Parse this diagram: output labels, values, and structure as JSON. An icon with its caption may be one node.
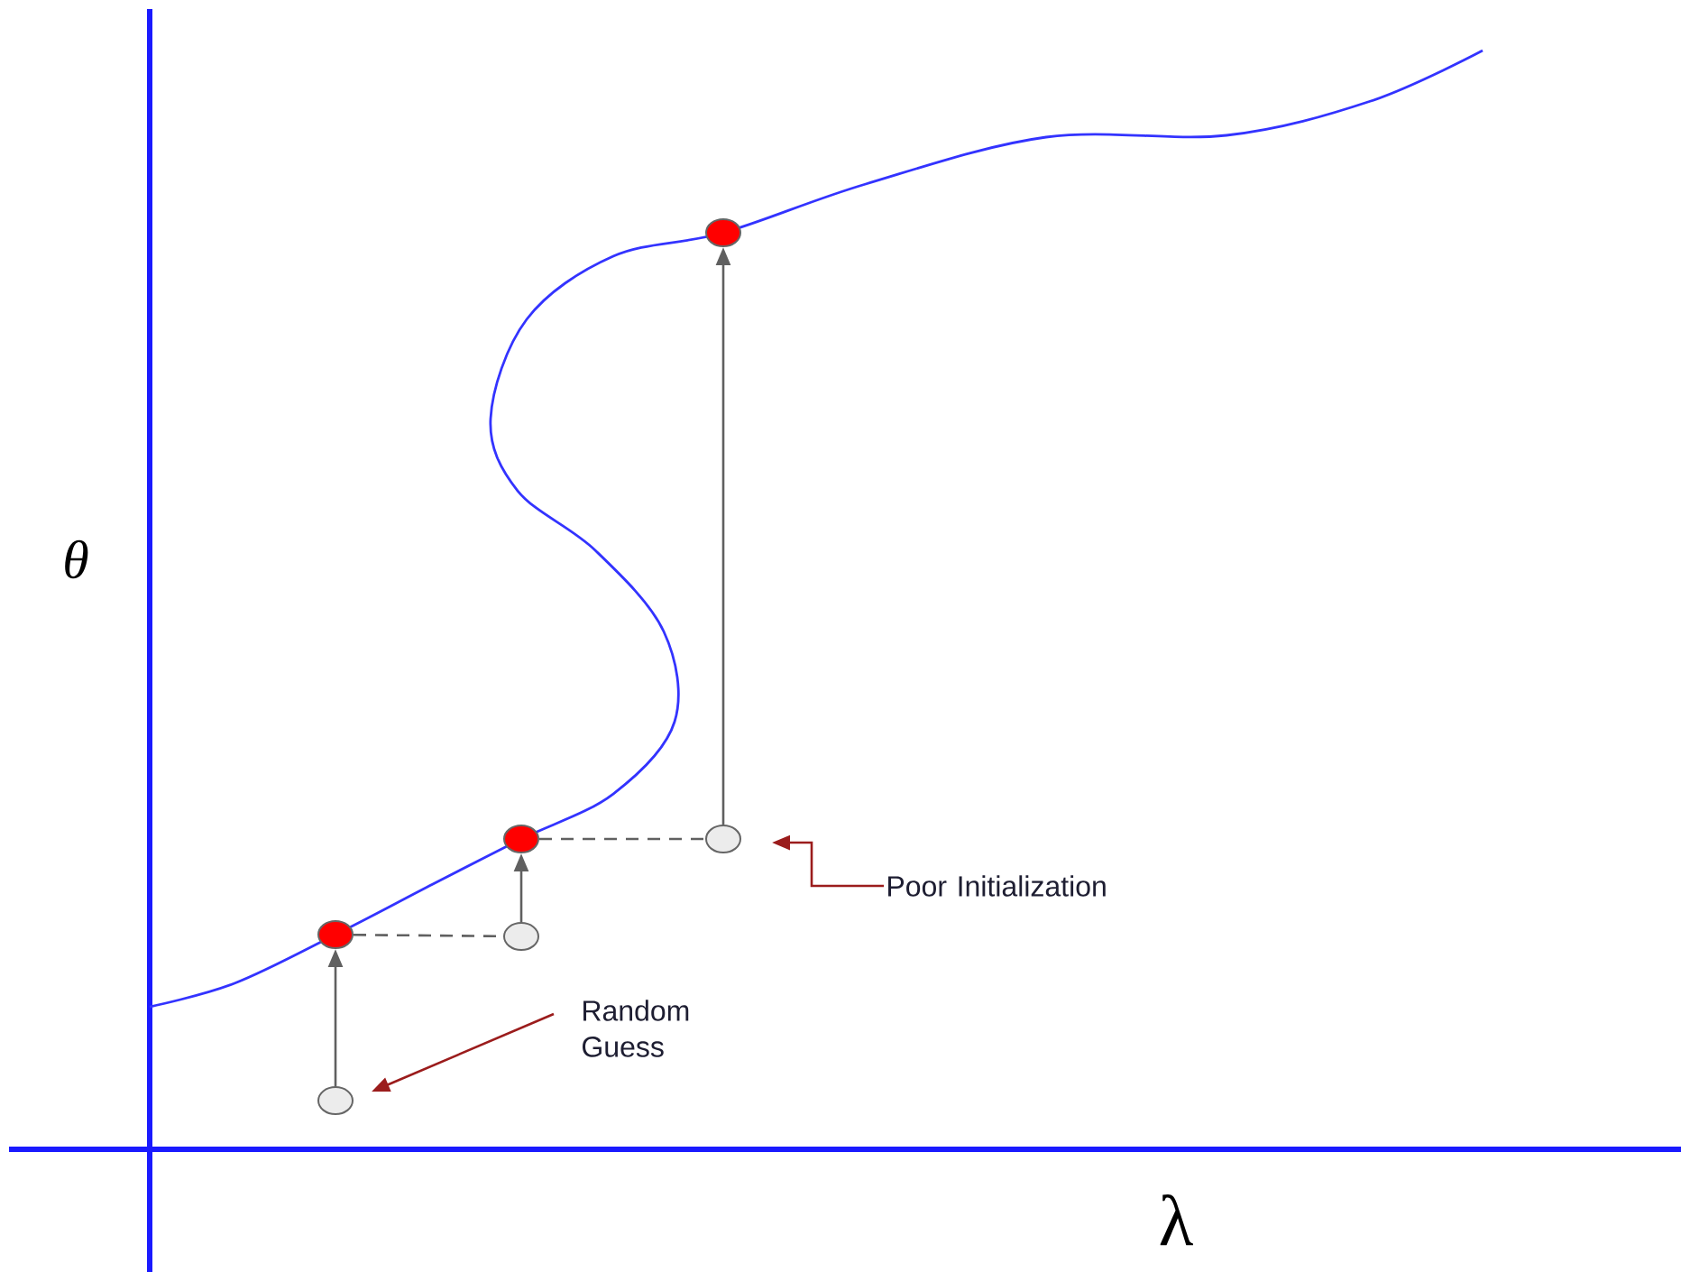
{
  "diagram": {
    "nodes": [
      {
        "text": [],
        "shape": "circle"
      },
      {
        "text": [],
        "shape": "circle"
      },
      {
        "text": [],
        "shape": "circle"
      },
      {
        "text": [],
        "shape": "circle"
      },
      {
        "text": [],
        "shape": "circle"
      },
      {
        "text": [],
        "shape": "circle"
      },
      {
        "text": [
          "Random Guess"
        ]
      },
      {
        "text": [
          "Poor Initialization"
        ]
      }
    ],
    "edges": [
      {
        "from": 0,
        "to": 1,
        "arrow": "to"
      },
      {
        "from": 1,
        "to": 2,
        "arrow": "none",
        "style": "dashed"
      },
      {
        "from": 2,
        "to": 3,
        "arrow": "to"
      },
      {
        "from": 3,
        "to": 4,
        "arrow": "none",
        "style": "dashed"
      },
      {
        "from": 4,
        "to": 5,
        "arrow": "to"
      },
      {
        "from": 6,
        "to": 0,
        "arrow": "to",
        "color": "#9b1c1c"
      },
      {
        "from": 7,
        "to": 4,
        "arrow": "to",
        "color": "#9b1c1c"
      }
    ],
    "labels": [
      "θ",
      "λ"
    ]
  }
}
